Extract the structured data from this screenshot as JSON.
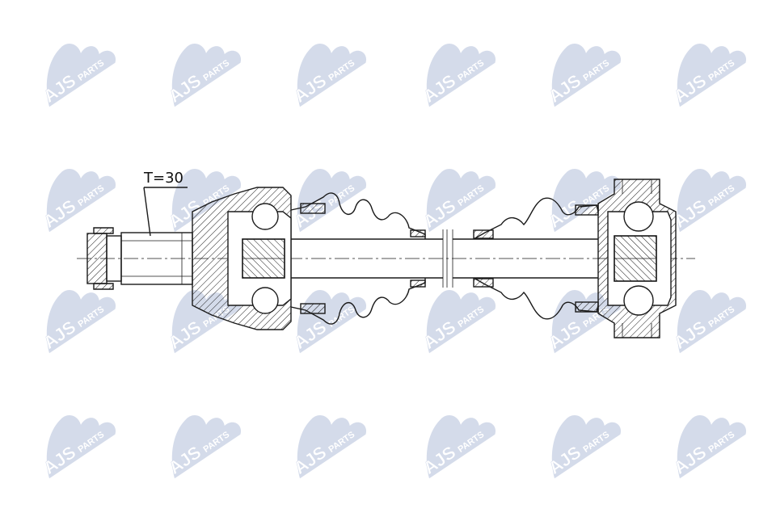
{
  "watermark": {
    "brand": "AJS",
    "suffix": "PARTS",
    "color": "#d4dbea"
  },
  "drawing": {
    "line_color": "#1a1a1a",
    "accent_color": "#2a3f8f",
    "dimension_label": "T=30"
  }
}
